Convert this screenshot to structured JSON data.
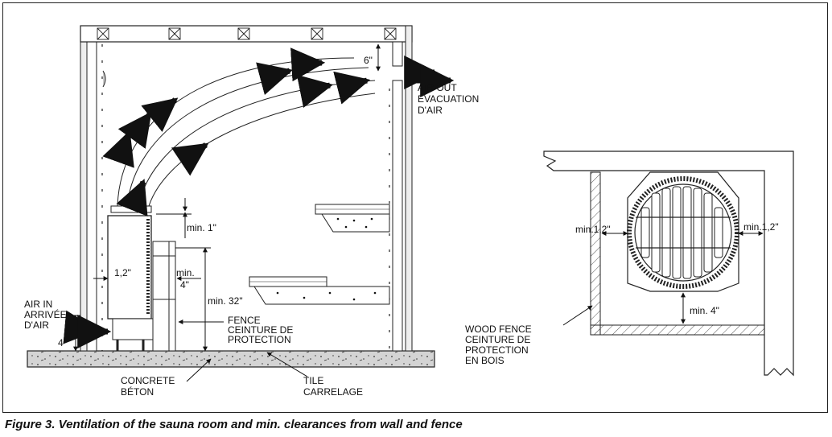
{
  "caption": "Figure 3. Ventilation of the sauna room and min. clearances from wall and fence",
  "labels": {
    "air_out": [
      "AIR OUT",
      "ÉVACUATION",
      "D'AIR"
    ],
    "air_in": [
      "AIR IN",
      "ARRIVÉE",
      "D'AIR"
    ],
    "fence": [
      "FENCE",
      "CEINTURE DE",
      "PROTECTION"
    ],
    "concrete": [
      "CONCRETE",
      "BÉTON"
    ],
    "tile": [
      "TILE",
      "CARRELAGE"
    ],
    "wood_fence": [
      "WOOD FENCE",
      "CEINTURE DE",
      "PROTECTION",
      "EN BOIS"
    ]
  },
  "dimensions": {
    "vent_gap": "6\"",
    "top_clearance": "min. 1\"",
    "side_gap": "1,2\"",
    "fence_gap": [
      "min.",
      "4\""
    ],
    "height": "min. 32\"",
    "air_in_height": "4\"",
    "left_side": "min.1,2\"",
    "right_side": "min.1,2\"",
    "bottom": "min. 4\""
  }
}
